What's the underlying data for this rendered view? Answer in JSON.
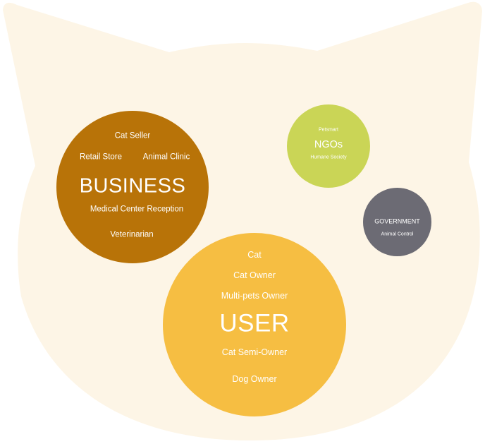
{
  "colors": {
    "background": "#ffffff",
    "cat_head": "#fdf5e6",
    "business": "#b87308",
    "user": "#f6be42",
    "ngos": "#cad556",
    "government": "#6c6b74",
    "text": "#ffffff"
  },
  "groups": {
    "business": {
      "title": "BUSINESS",
      "items": [
        "Cat Seller",
        "Retail Store",
        "Animal Clinic",
        "Medical Center Reception",
        "Veterinarian"
      ]
    },
    "user": {
      "title": "USER",
      "items": [
        "Cat",
        "Cat Owner",
        "Multi-pets Owner",
        "Cat Semi-Owner",
        "Dog Owner"
      ]
    },
    "ngos": {
      "title": "NGOs",
      "items": [
        "Petsmart",
        "Humane Society"
      ]
    },
    "government": {
      "title": "GOVERNMENT",
      "items": [
        "Animal Control"
      ]
    }
  }
}
